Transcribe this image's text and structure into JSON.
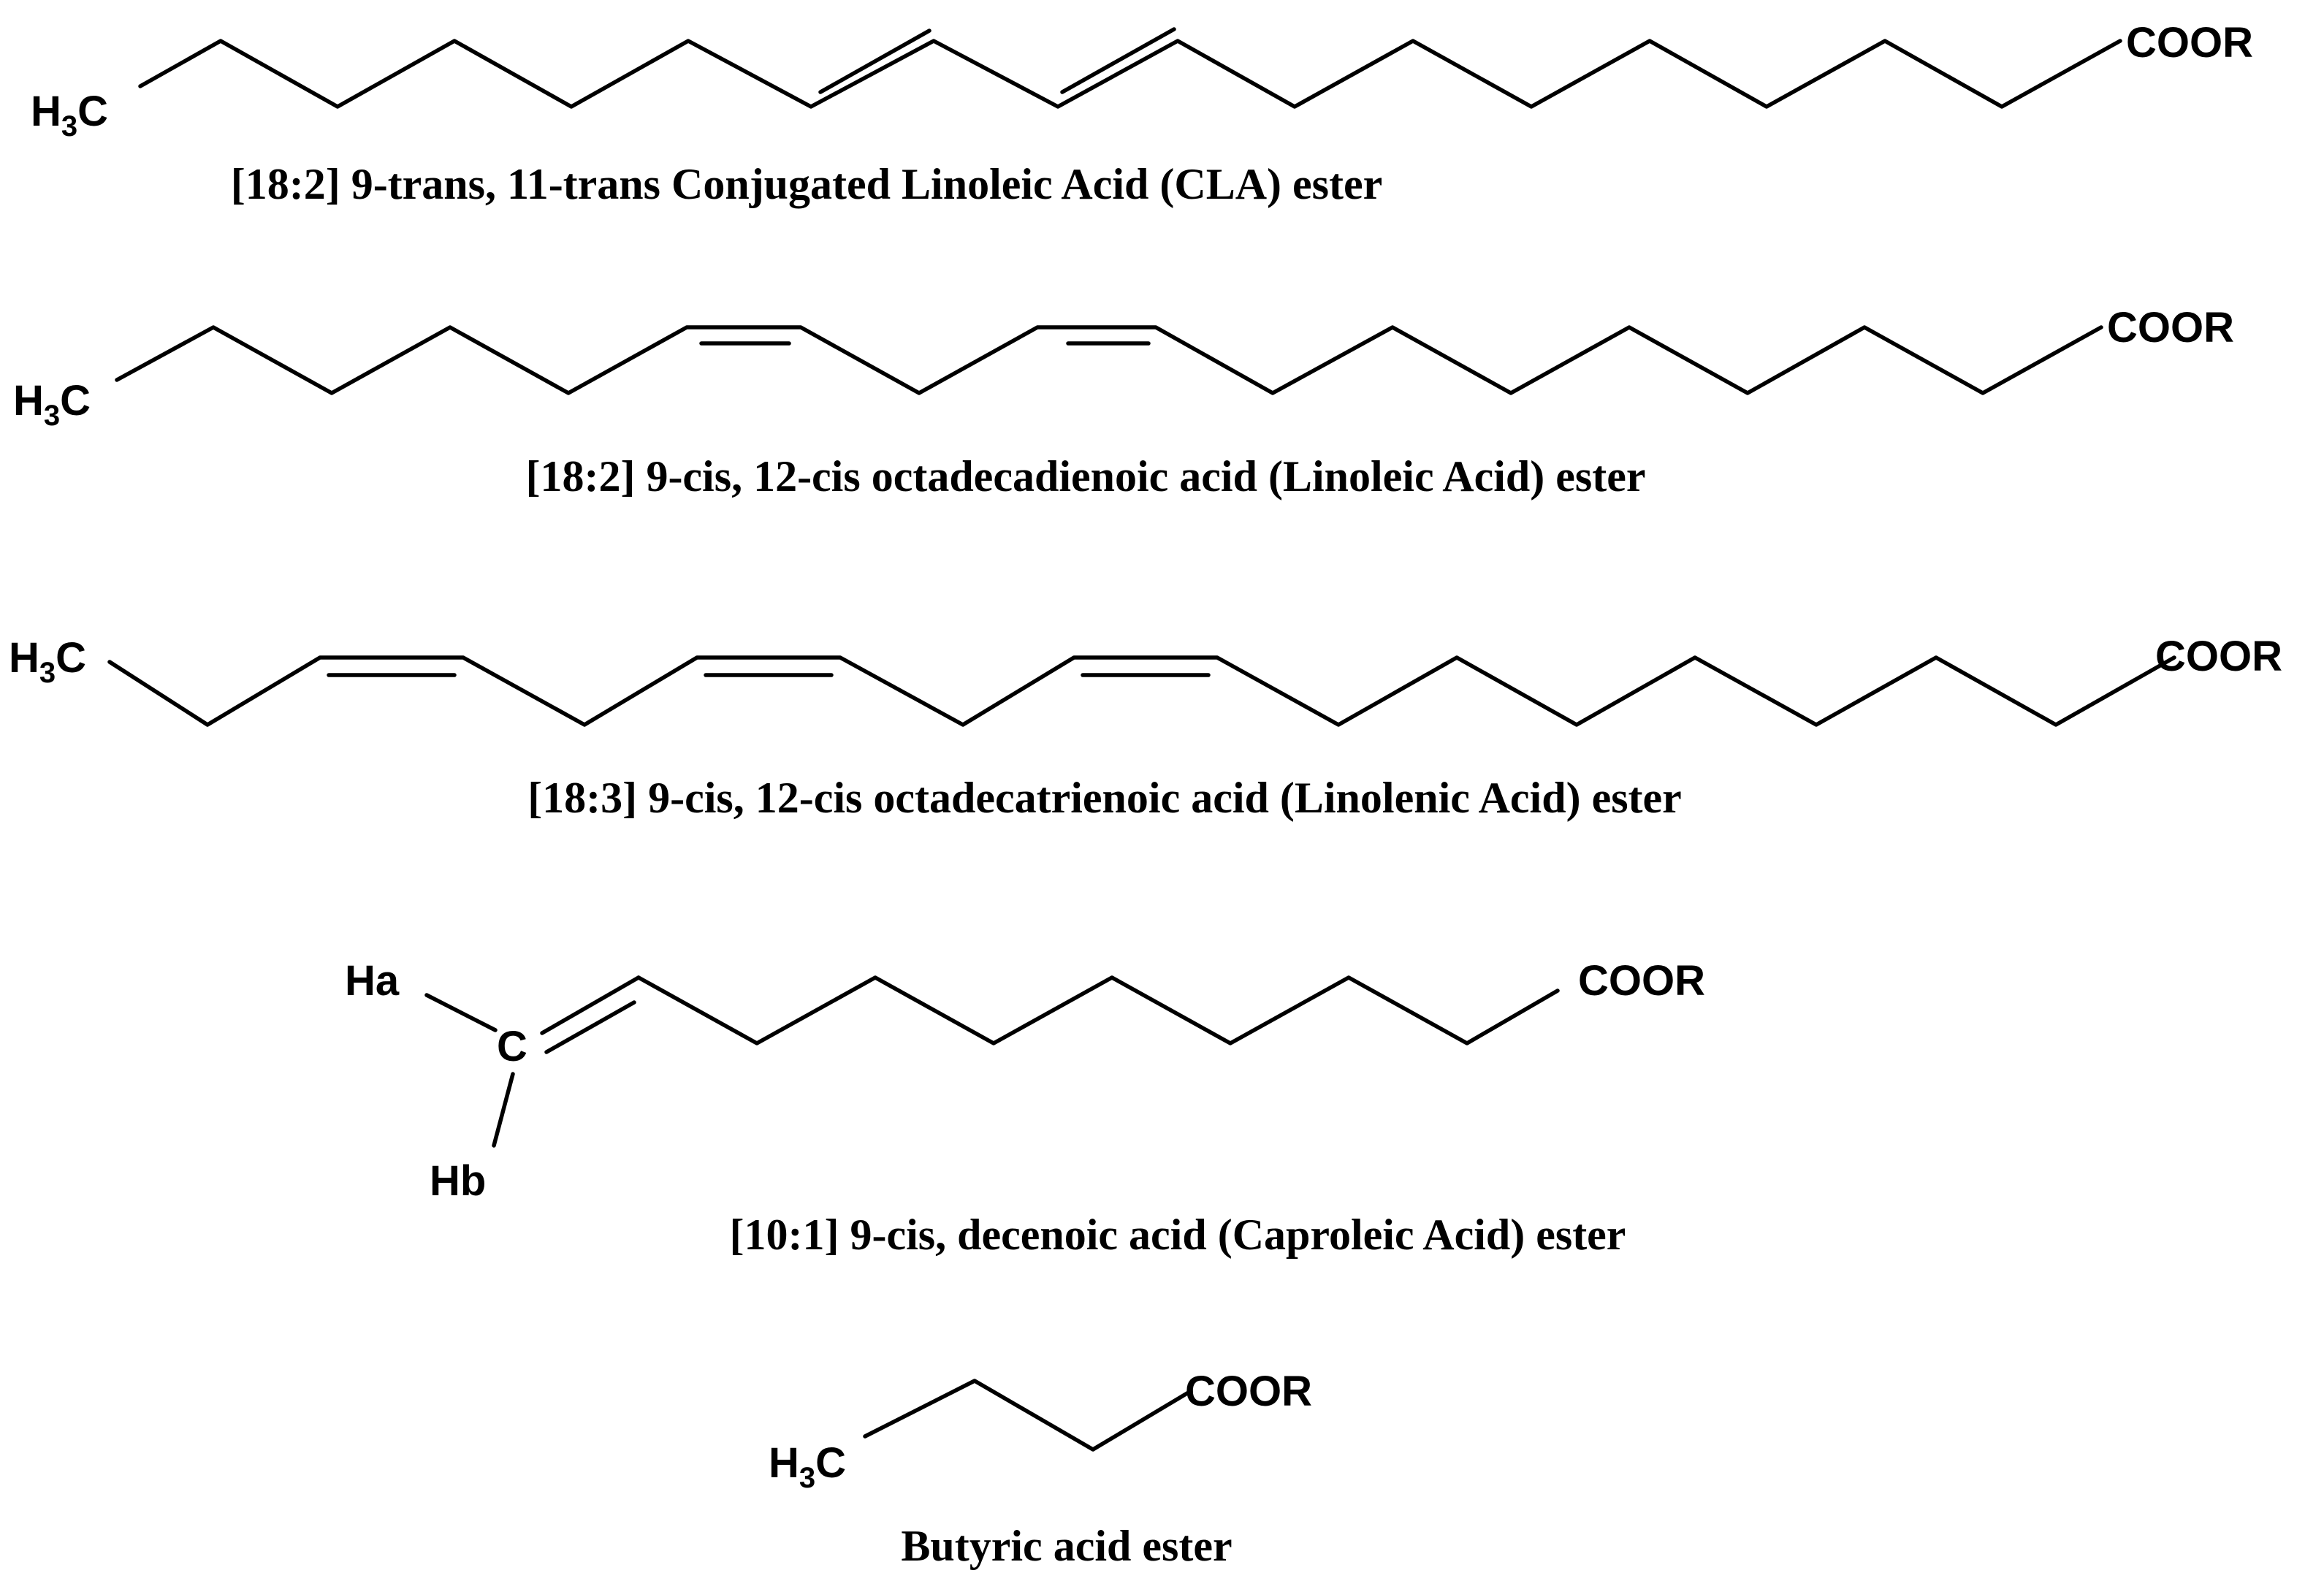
{
  "molecules": [
    {
      "id": "cla",
      "caption": "[18:2] 9-trans, 11-trans Conjugated Linoleic Acid (CLA) ester",
      "start_label": {
        "main": "H",
        "sub": "3",
        "tail": "C"
      },
      "end_label": "COOR"
    },
    {
      "id": "linoleic",
      "caption": "[18:2] 9-cis, 12-cis octadecadienoic acid (Linoleic Acid) ester",
      "start_label": {
        "main": "H",
        "sub": "3",
        "tail": "C"
      },
      "end_label": "COOR"
    },
    {
      "id": "linolenic",
      "caption": "[18:3] 9-cis, 12-cis octadecatrienoic acid (Linolenic Acid) ester",
      "start_label": {
        "main": "H",
        "sub": "3",
        "tail": "C"
      },
      "end_label": "COOR"
    },
    {
      "id": "caproleic",
      "caption": "[10:1] 9-cis, decenoic acid (Caproleic Acid) ester",
      "atom_ha": "Ha",
      "atom_hb": "Hb",
      "atom_c": "C",
      "end_label": "COOR"
    },
    {
      "id": "butyric",
      "caption": "Butyric acid ester",
      "start_label": {
        "main": "H",
        "sub": "3",
        "tail": "C"
      },
      "end_label": "COOR"
    }
  ]
}
